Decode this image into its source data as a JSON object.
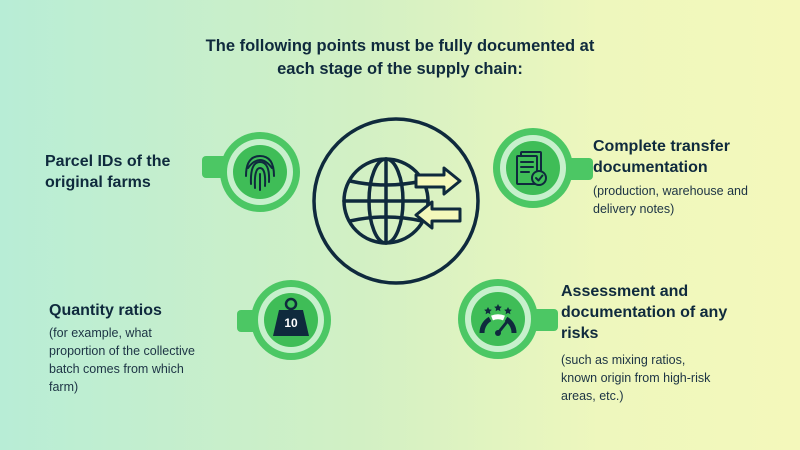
{
  "title": {
    "line1": "The following points must be fully documented at",
    "line2": "each stage of the supply chain:"
  },
  "items": [
    {
      "heading_lines": [
        "Parcel IDs of the",
        "original farms"
      ],
      "icon": "fingerprint-icon"
    },
    {
      "heading_lines": [
        "Complete transfer",
        "documentation"
      ],
      "desc_lines": [
        "(production, warehouse and",
        "delivery notes)"
      ],
      "icon": "documents-check-icon"
    },
    {
      "heading_lines": [
        "Quantity ratios"
      ],
      "desc_lines": [
        "(for example, what",
        "proportion of the collective",
        "batch comes from which",
        "farm)"
      ],
      "icon": "weight-10-icon",
      "weight_label": "10"
    },
    {
      "heading_lines": [
        "Assessment and",
        "documentation of any",
        "risks"
      ],
      "desc_lines": [
        "(such as mixing ratios,",
        "known origin from high-risk",
        "areas, etc.)"
      ],
      "icon": "risk-gauge-icon"
    }
  ],
  "center_icon": "globe-transfer-icon",
  "colors": {
    "dark": "#0f2a3d",
    "green": "#4cc764",
    "green_dark": "#22a94a",
    "ring_light": "#c7f0cc"
  }
}
